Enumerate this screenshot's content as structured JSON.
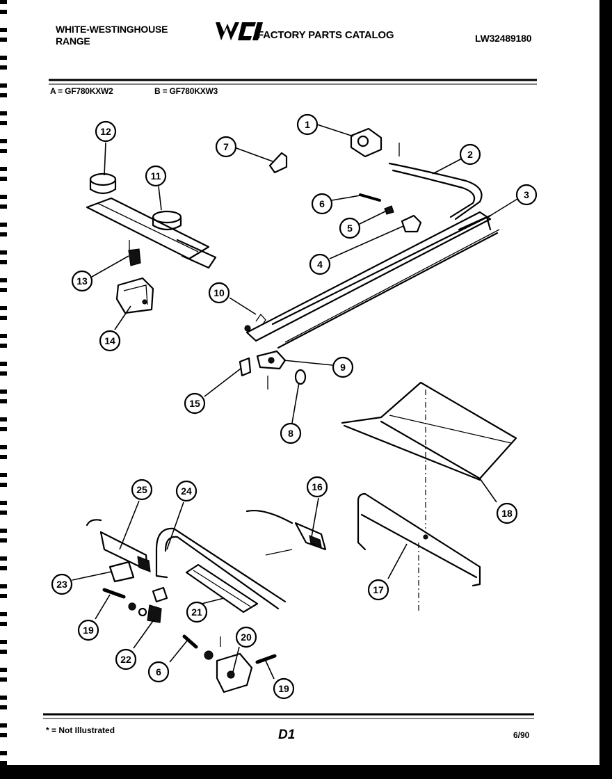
{
  "header": {
    "brand_line1": "WHITE-WESTINGHOUSE",
    "brand_line2": "RANGE",
    "logo_text": "WCI",
    "catalog_title": "FACTORY PARTS CATALOG",
    "catalog_code": "LW32489180"
  },
  "models": {
    "a": "A = GF780KXW2",
    "b": "B = GF780KXW3"
  },
  "callouts": [
    "1",
    "2",
    "3",
    "4",
    "5",
    "6",
    "7",
    "8",
    "9",
    "10",
    "11",
    "12",
    "13",
    "14",
    "15",
    "16",
    "17",
    "18",
    "19",
    "20",
    "21",
    "22",
    "23",
    "24",
    "25",
    "6",
    "19"
  ],
  "footer": {
    "note": "* = Not Illustrated",
    "page": "D1",
    "date": "6/90"
  }
}
